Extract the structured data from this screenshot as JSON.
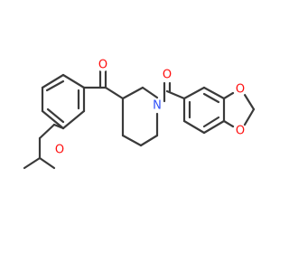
{
  "molecule": {
    "atoms": [
      {
        "id": "O_ketone",
        "symbol": "O",
        "color": "#ff0d0d"
      },
      {
        "id": "N_ring",
        "symbol": "N",
        "color": "#3050f8"
      },
      {
        "id": "O_amide",
        "symbol": "O",
        "color": "#ff0d0d"
      },
      {
        "id": "O_ether",
        "symbol": "O",
        "color": "#ff0d0d"
      },
      {
        "id": "O_dioxole_top",
        "symbol": "O",
        "color": "#ff0d0d"
      },
      {
        "id": "O_dioxole_bottom",
        "symbol": "O",
        "color": "#ff0d0d"
      }
    ],
    "bond_color": "#3a3a3a",
    "background": "#ffffff"
  }
}
